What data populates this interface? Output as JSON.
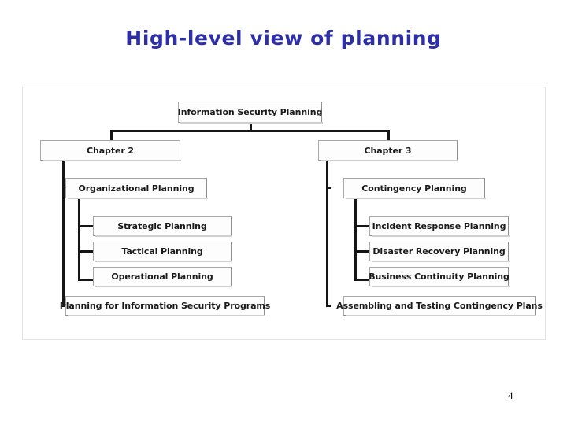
{
  "slide": {
    "title": "High-level view of planning",
    "page_number": "4",
    "accent_color": "#2c2fa8",
    "box_border_color": "#a8a8a8",
    "connector_color": "#151515",
    "frame_border_color": "#e3e3e3"
  },
  "diagram": {
    "type": "hierarchy-tree",
    "root": {
      "id": "information-security-planning",
      "label": "Information Security Planning"
    },
    "branches": [
      {
        "id": "chapter-2",
        "label": "Chapter 2",
        "children": [
          {
            "id": "organizational-planning",
            "label": "Organizational Planning",
            "children": [
              {
                "id": "strategic-planning",
                "label": "Strategic Planning"
              },
              {
                "id": "tactical-planning",
                "label": "Tactical Planning"
              },
              {
                "id": "operational-planning",
                "label": "Operational Planning"
              }
            ]
          },
          {
            "id": "planning-for-information-security-programs",
            "label": "Planning for Information Security Programs"
          }
        ]
      },
      {
        "id": "chapter-3",
        "label": "Chapter 3",
        "children": [
          {
            "id": "contingency-planning",
            "label": "Contingency Planning",
            "children": [
              {
                "id": "incident-response-planning",
                "label": "Incident Response Planning"
              },
              {
                "id": "disaster-recovery-planning",
                "label": "Disaster Recovery Planning"
              },
              {
                "id": "business-continuity-planning",
                "label": "Business Continuity Planning"
              }
            ]
          },
          {
            "id": "assembling-and-testing-contingency-plans",
            "label": "Assembling and Testing Contingency Plans"
          }
        ]
      }
    ]
  }
}
